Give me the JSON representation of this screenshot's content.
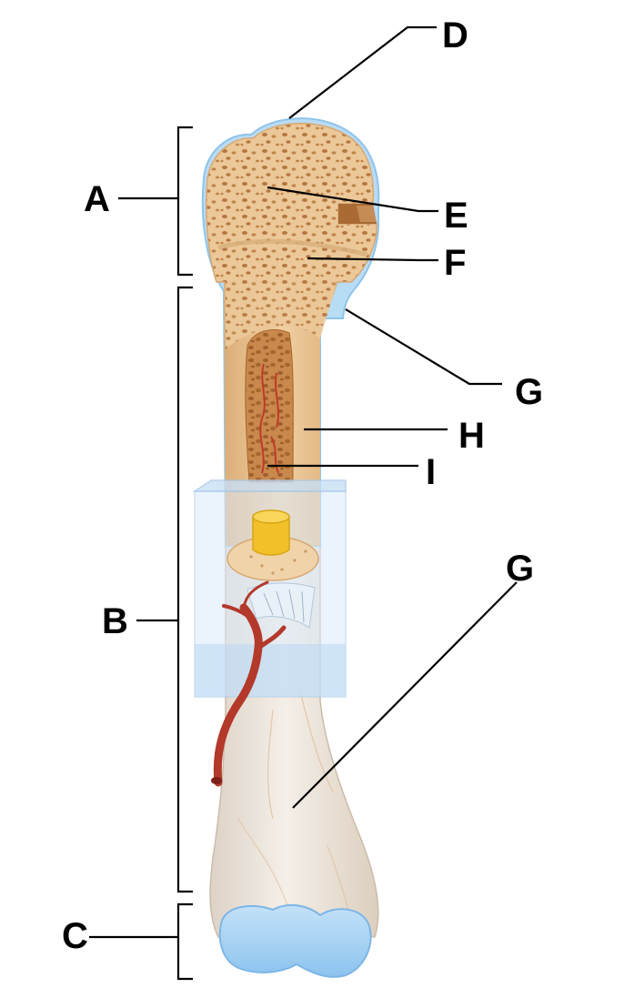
{
  "labels": {
    "A": "A",
    "B": "B",
    "C": "C",
    "D": "D",
    "E": "E",
    "F": "F",
    "G_upper": "G",
    "G_lower": "G",
    "H": "H",
    "I": "I"
  },
  "colors": {
    "bone_cut": "#ecc899",
    "bone_cut_edge": "#d7a872",
    "spongy_pores": "#b5763f",
    "medullary_cavity": "#b8743a",
    "bone_exterior": "#efe7dc",
    "cartilage": "#a9d3f3",
    "cartilage_edge": "#7db6e6",
    "vessel": "#b3392b",
    "bone_marrow_yellow": "#f2c12a",
    "cutaway_box": "#b9d7f4",
    "leader_line": "#000000"
  }
}
